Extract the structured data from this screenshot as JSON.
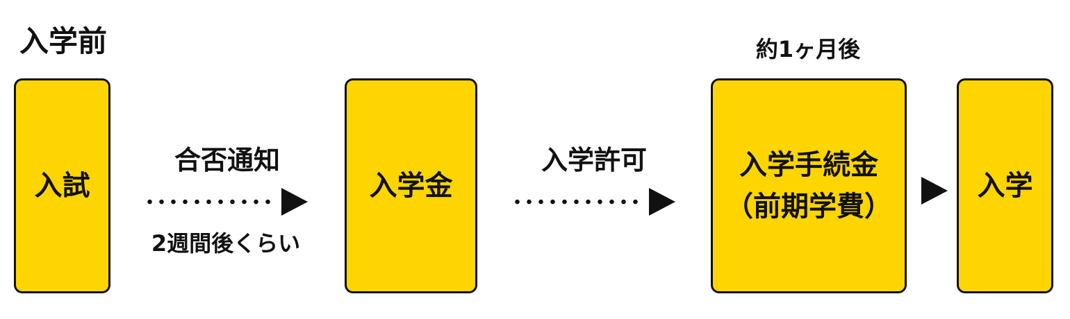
{
  "title": "入学前",
  "steps": [
    {
      "label": "入試"
    },
    {
      "label": "入学金"
    },
    {
      "label": "入学手続金",
      "sub": "（前期学費）"
    },
    {
      "label": "入学"
    }
  ],
  "transitions": [
    {
      "above": "合否通知",
      "below": "2週間後くらい"
    },
    {
      "above": "入学許可"
    }
  ],
  "timing_note": "約1ヶ月後",
  "colors": {
    "box": "#FFD500",
    "ink": "#111111"
  }
}
